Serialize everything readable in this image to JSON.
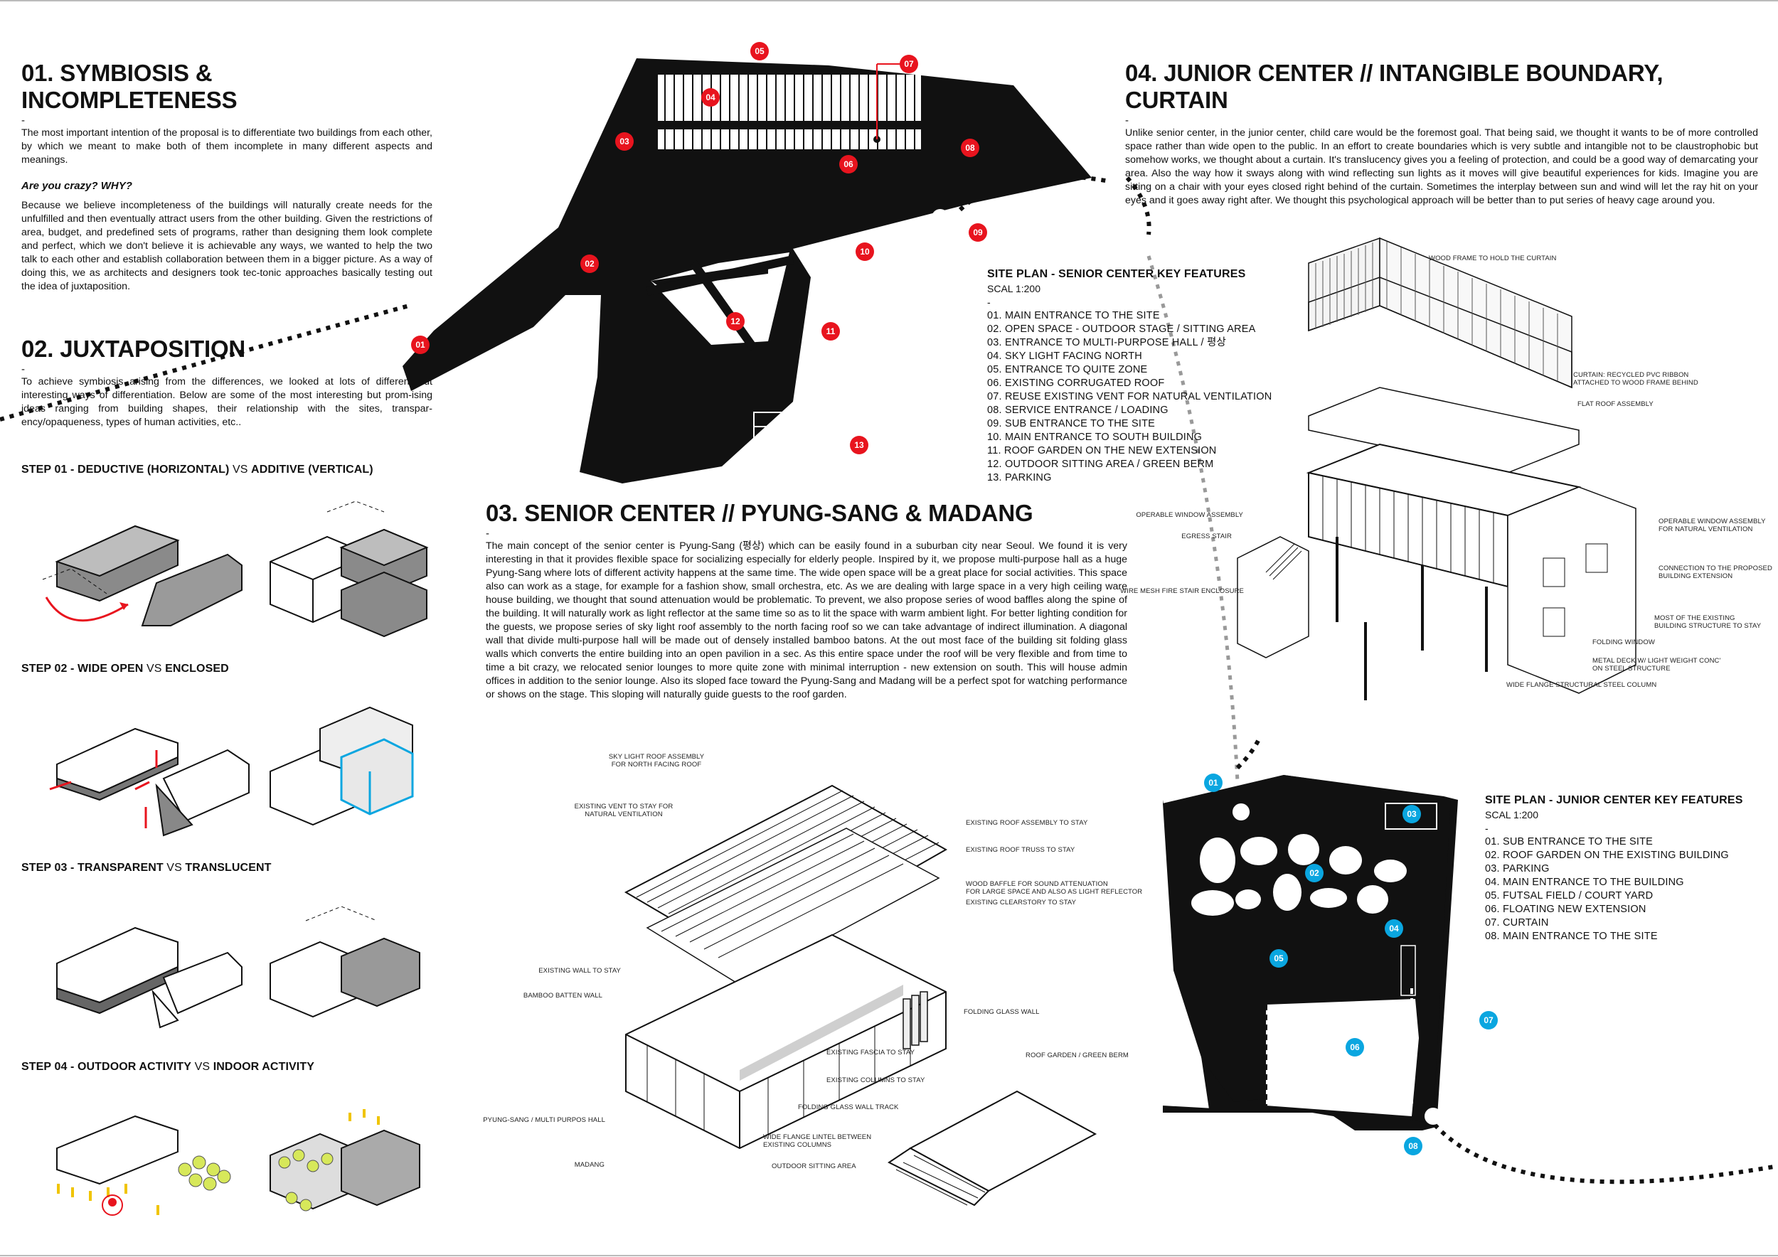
{
  "sections": {
    "s01": {
      "title": "01. SYMBIOSIS & INCOMPLETENESS",
      "dash": "-",
      "p1": "The most important intention of the proposal is to differentiate two buildings from each other, by which we meant to make both of them incomplete in many different aspects and meanings.",
      "question": "Are you crazy? WHY?",
      "p2": "Because we believe incompleteness of the buildings will naturally create needs for the unfulfilled and then eventually attract users from the other building. Given the restrictions of area, budget, and predefined sets of programs, rather than designing them look complete and perfect, which we don't believe it is achievable any ways, we wanted to help the two talk to each other and establish collaboration between them in a bigger picture. As a way of doing this, we as architects and designers took tec-tonic approaches basically testing out the idea of juxtaposition."
    },
    "s02": {
      "title": "02. JUXTAPOSITION",
      "dash": "-",
      "p1": "To achieve symbiosis arising from the differences, we looked at lots of different but interesting ways of differentiation. Below are some of the most interesting but prom-ising ideas ranging from building shapes, their relationship with the sites, transpar-ency/opaqueness, types of human activities, etc..",
      "steps": [
        {
          "a": "STEP 01 - DEDUCTIVE (HORIZONTAL)",
          "vs": " VS ",
          "b": "ADDITIVE (VERTICAL)"
        },
        {
          "a": "STEP 02 - WIDE OPEN",
          "vs": " VS ",
          "b": "ENCLOSED"
        },
        {
          "a": "STEP 03 - TRANSPARENT",
          "vs": " VS ",
          "b": "TRANSLUCENT"
        },
        {
          "a": "STEP 04 - OUTDOOR ACTIVITY",
          "vs": " VS ",
          "b": "INDOOR ACTIVITY"
        }
      ]
    },
    "s03": {
      "title": "03. SENIOR CENTER // PYUNG-SANG & MADANG",
      "dash": "-",
      "p1": "The main concept of the senior center is Pyung-Sang (평상) which can be easily found in a suburban city near Seoul. We found it is very interesting in that it provides flexible space for socializing especially for elderly people. Inspired by it, we propose multi-purpose hall as a huge Pyung-Sang where lots of different activity happens at the same time. The wide open space will be a great place for social activities. This space also can work as a stage, for example for a fashion show, small orchestra, etc. As we are dealing with large space in a very high ceiling ware house building, we thought that sound attenuation would be problematic. To prevent, we also propose series of wood baffles along the spine of the building. It will naturally work as light reflector at the same time so as to lit the space with warm ambient light. For better lighting condition for the guests, we propose series of sky light roof assembly to the north facing roof so we can take advantage of indirect illumination. A diagonal wall that divide multi-purpose hall will be made out of densely installed bamboo batons. At the out most face of the building sit folding glass walls which converts the entire building into an open pavilion in a sec. As this entire space under the roof will be very flexible and from time to time a bit crazy, we relocated senior lounges to more quite zone with minimal interruption - new extension on south. This will house admin offices in addition to the senior lounge. Also its sloped face toward the Pyung-Sang and Madang will be a perfect spot for watching performance or shows on the stage. This sloping will naturally guide guests to the roof garden."
    },
    "s04": {
      "title": "04. JUNIOR CENTER // INTANGIBLE BOUNDARY, CURTAIN",
      "dash": "-",
      "p1": "Unlike senior center, in the junior center, child care would be the foremost goal. That being said, we thought it wants to be of more controlled space rather than wide open to the public. In an effort to create boundaries which is very subtle and intangible not to be claustrophobic but somehow works, we thought about a curtain. It's translucency gives you a feeling of protection, and could be a good way of demarcating your area. Also the way how it sways along with wind reflecting sun lights as it moves will give beautiful experiences for kids. Imagine you are sitting on a chair with your eyes closed right behind of the curtain. Sometimes the interplay between sun and wind will let the ray hit on your eyes and it goes away right after. We thought this psychological approach will be better than to put series of heavy  cage around you."
    }
  },
  "senior_site_plan": {
    "title": "SITE PLAN - SENIOR CENTER KEY FEATURES",
    "scale": "SCAL 1:200",
    "dash": "-",
    "items": [
      "01. MAIN ENTRANCE TO THE SITE",
      "02. OPEN SPACE - OUTDOOR STAGE / SITTING AREA",
      "03. ENTRANCE TO MULTI-PURPOSE HALL / 평상",
      "04. SKY LIGHT FACING NORTH",
      "05. ENTRANCE TO QUITE ZONE",
      "06. EXISTING CORRUGATED ROOF",
      "07. REUSE EXISTING VENT FOR NATURAL VENTILATION",
      "08. SERVICE ENTRANCE / LOADING",
      "09. SUB ENTRANCE TO THE SITE",
      "10. MAIN ENTRANCE TO SOUTH BUILDING",
      "11. ROOF GARDEN ON THE NEW EXTENSION",
      "12. OUTDOOR SITTING AREA / GREEN BERM",
      "13. PARKING"
    ],
    "markers": [
      "05",
      "07",
      "04",
      "03",
      "08",
      "06",
      "02",
      "10",
      "09",
      "12",
      "11",
      "01",
      "13"
    ]
  },
  "junior_site_plan": {
    "title": "SITE PLAN - JUNIOR CENTER KEY FEATURES",
    "scale": "SCAL 1:200",
    "dash": "-",
    "items": [
      "01. SUB ENTRANCE TO THE SITE",
      "02. ROOF GARDEN ON THE EXISTING BUILDING",
      "03. PARKING",
      "04. MAIN ENTRANCE TO THE BUILDING",
      "05. FUTSAL FIELD / COURT YARD",
      "06. FLOATING NEW EXTENSION",
      "07. CURTAIN",
      "08. MAIN ENTRANCE TO THE SITE"
    ],
    "markers": [
      "01",
      "03",
      "02",
      "04",
      "05",
      "07",
      "06",
      "08"
    ]
  },
  "senior_axon_labels": [
    "SKY LIGHT ROOF ASSEMBLY\nFOR NORTH FACING ROOF",
    "EXISTING VENT TO STAY FOR\nNATURAL VENTILATION",
    "EXISTING ROOF ASSEMBLY TO STAY",
    "EXISTING ROOF TRUSS TO STAY",
    "WOOD BAFFLE FOR SOUND ATTENUATION\nFOR LARGE SPACE AND ALSO AS LIGHT REFLECTOR",
    "EXISTING CLEARSTORY TO STAY",
    "EXISTING WALL TO STAY",
    "BAMBOO BATTEN WALL",
    "FOLDING GLASS WALL",
    "EXISTING FASCIA TO STAY",
    "EXISTING COLUMNS TO STAY",
    "FOLDING GLASS WALL TRACK",
    "PYUNG-SANG / MULTI PURPOS HALL",
    "WIDE FLANGE LINTEL BETWEEN\nEXISTING COLUMNS",
    "ROOF GARDEN / GREEN BERM",
    "MADANG",
    "OUTDOOR SITTING AREA"
  ],
  "junior_axon_labels": [
    "WOOD FRAME TO HOLD THE CURTAIN",
    "CURTAIN: RECYCLED PVC RIBBON\nATTACHED TO WOOD FRAME BEHIND",
    "FLAT ROOF ASSEMBLY",
    "OPERABLE WINDOW ASSEMBLY",
    "EGRESS STAIR",
    "WIRE MESH FIRE STAIR ENCLOSURE",
    "OPERABLE WINDOW ASSEMBLY\nFOR NATURAL VENTILATION",
    "CONNECTION TO THE PROPOSED\nBUILDING EXTENSION",
    "MOST OF THE EXISTING\nBUILDING STRUCTURE TO STAY",
    "FOLDING WINDOW",
    "METAL DECK W/ LIGHT WEIGHT CONC'\nON STEEL STRUCTURE",
    "WIDE FLANGE STRUCTURAL STEEL COLUMN"
  ],
  "colors": {
    "red": "#e8141e",
    "blue": "#0aa6e0",
    "black": "#111111"
  }
}
